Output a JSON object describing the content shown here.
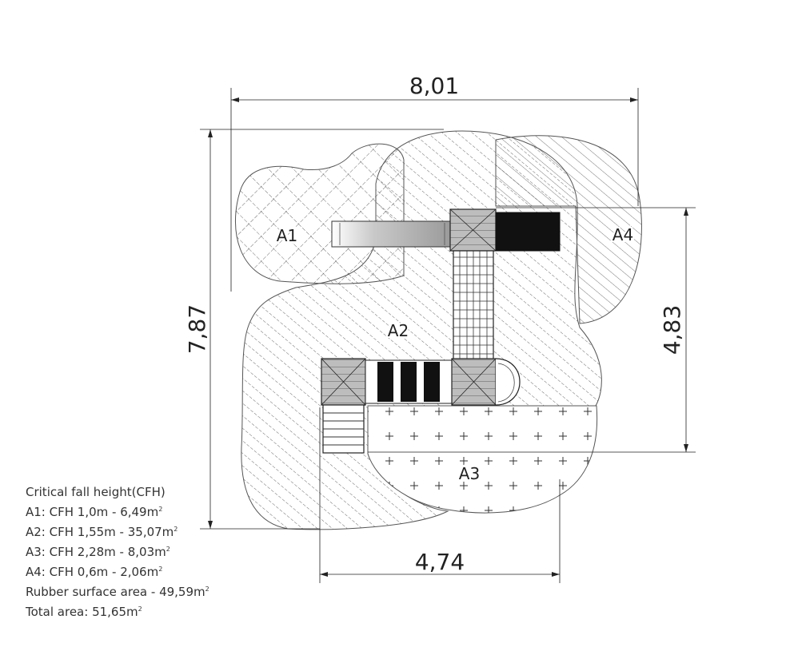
{
  "dimensions": {
    "top_width": "8,01",
    "left_height": "7,87",
    "right_height": "4,83",
    "bottom_width": "4,74"
  },
  "zones": {
    "a1": "A1",
    "a2": "A2",
    "a3": "A3",
    "a4": "A4"
  },
  "legend": {
    "title": "Critical fall height(CFH)",
    "rows": [
      {
        "text": "A1: CFH 1,0m - 6,49m",
        "unit": "2"
      },
      {
        "text": "A2: CFH 1,55m - 35,07m",
        "unit": "2"
      },
      {
        "text": "A3: CFH 2,28m - 8,03m",
        "unit": "2"
      },
      {
        "text": "A4: CFH 0,6m - 2,06m",
        "unit": "2"
      },
      {
        "text": "Rubber surface area - 49,59m",
        "unit": "2"
      },
      {
        "text": "Total area: 51,65m",
        "unit": "2"
      }
    ]
  }
}
